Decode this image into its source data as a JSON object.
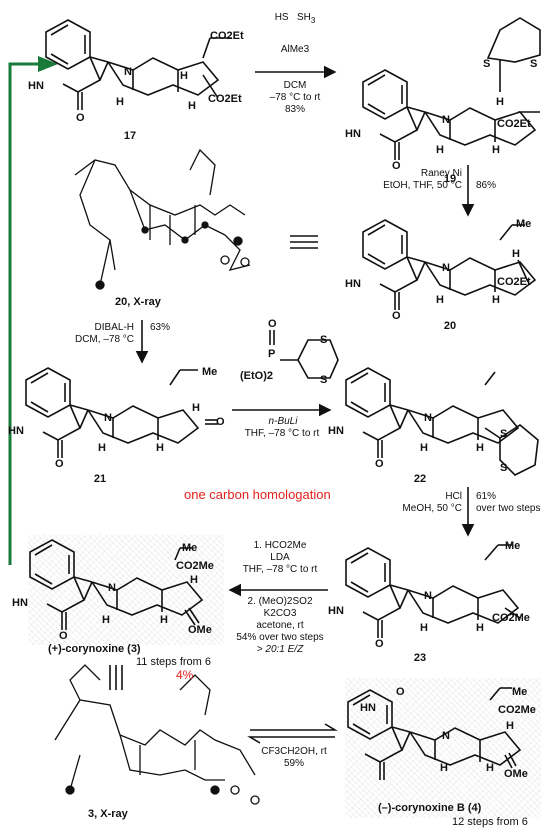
{
  "compounds": {
    "c17": {
      "label": "17",
      "subst_top": "CO2Et",
      "subst_bottom": "CO2Et"
    },
    "c19": {
      "label": "19",
      "subst": "CO2Et"
    },
    "c20": {
      "label": "20",
      "subst": "CO2Et",
      "me": "Me"
    },
    "xray20": {
      "label": "20, X-ray"
    },
    "c21": {
      "label": "21",
      "me": "Me"
    },
    "c22": {
      "label": "22"
    },
    "c23": {
      "label": "23",
      "subst": "CO2Me",
      "me": "Me"
    },
    "c3": {
      "label": "(+)-corynoxine (3)",
      "steps": "11 steps from 6",
      "yield": "4%",
      "co2me": "CO2Me",
      "ome": "OMe",
      "me": "Me"
    },
    "xray3": {
      "label": "3, X-ray"
    },
    "c4": {
      "label": "(–)-corynoxine B (4)",
      "steps": "12 steps from 6",
      "co2me": "CO2Me",
      "ome": "OMe",
      "me": "Me"
    }
  },
  "atoms": {
    "HN": "HN",
    "N": "N",
    "O": "O",
    "H": "H",
    "S": "S",
    "P": "P",
    "EtO2": "(EtO)2"
  },
  "steps": {
    "s1": {
      "line1": "HS",
      "line2": "SH",
      "sub": "3",
      "reagent": "AlMe3",
      "solvent": "DCM",
      "temp": "–78 °C to rt",
      "yield": "83%"
    },
    "s2": {
      "line1": "Raney Ni",
      "line2": "EtOH, THF, 50 °C",
      "yield": "86%"
    },
    "s3": {
      "line1": "DIBAL-H",
      "line2": "DCM, –78 °C",
      "yield": "63%"
    },
    "s4": {
      "line1": "n-BuLi",
      "line2": "THF, –78 °C to rt"
    },
    "s5": {
      "line1": "HCl",
      "line2": "MeOH, 50 °C",
      "yield": "61%",
      "yield2": "over two steps"
    },
    "s6": {
      "line1": "1. HCO2Me",
      "line2": "LDA",
      "line3": "THF, –78 °C to rt",
      "line4": "2. (MeO)2SO2",
      "line5": "K2CO3",
      "line6": "acetone, rt",
      "line7": "54% over two steps",
      "line8": "> 20:1 E/Z"
    },
    "s7": {
      "line1": "CF3CH2OH, rt",
      "line2": "59%"
    }
  },
  "annotation": {
    "text": "one carbon homologation"
  },
  "colors": {
    "arrow": "#1a7a3a",
    "annotation": "#e3211d"
  }
}
